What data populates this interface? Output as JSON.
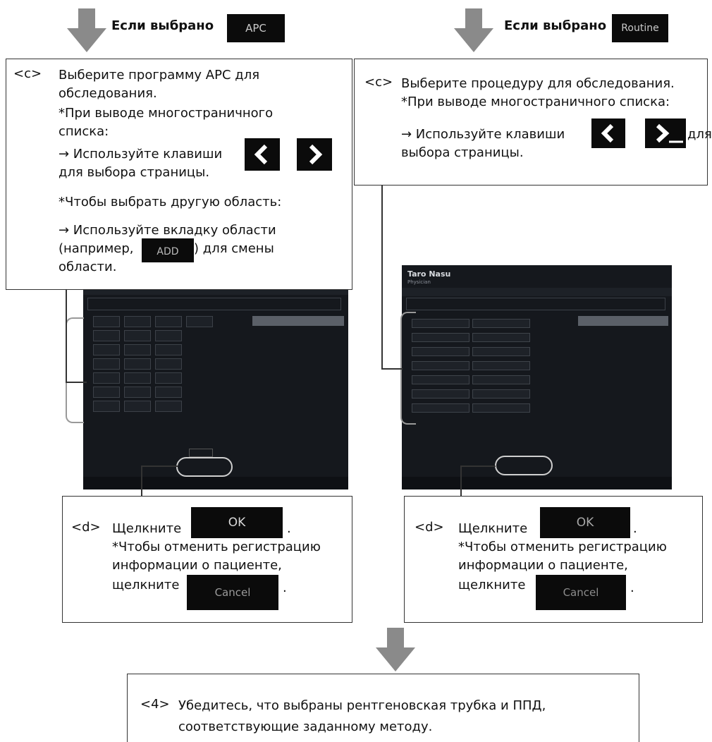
{
  "left": {
    "arrow_text": "Если выбрано",
    "mode_button": "APC",
    "step_c": {
      "tag": "<c>",
      "line1": "Выберите программу APC для",
      "line2": "обследования.",
      "line3": "*При выводе многостраничного",
      "line4": "списка:",
      "line5": "→ Используйте клавиши",
      "line6": "для выбора страницы.",
      "line7": "*Чтобы выбрать другую область:",
      "line8": "→ Используйте вкладку области",
      "line9a": "(например,",
      "tab_example": "ADD",
      "line9b": ") для смены",
      "line10": "области."
    },
    "step_d": {
      "tag": "<d>",
      "click": "Щелкните",
      "ok_button": "OK",
      "period": ".",
      "line2": "*Чтобы отменить регистрацию",
      "line3": "информации о пациенте,",
      "line4": "щелкните",
      "cancel_button": "Cancel",
      "period2": "."
    }
  },
  "right": {
    "arrow_text": "Если выбрано",
    "mode_button": "Routine",
    "step_c": {
      "tag": "<c>",
      "line1": "Выберите процедуру для обследования.",
      "line2": "*При выводе многостраничного списка:",
      "line3a": "→ Используйте клавиши",
      "line3b": "для",
      "line4": "выбора страницы."
    },
    "step_d": {
      "tag": "<d>",
      "click": "Щелкните",
      "ok_button": "OK",
      "period": ".",
      "line2": "*Чтобы отменить регистрацию",
      "line3": "информации о пациенте,",
      "line4": "щелкните",
      "cancel_button": "Cancel",
      "period2": "."
    },
    "screenshot": {
      "patient_name": "Taro Nasu",
      "role": "Physician"
    }
  },
  "bottom": {
    "tag": "<4>",
    "line1": "Убедитесь, что выбраны рентгеновская трубка и ППД,",
    "line2": "соответствующие заданному методу."
  },
  "colors": {
    "arrow_gray": "#8a8a8a",
    "screen_bg": "#15181d",
    "button_bg": "#0b0b0b",
    "watermark": "#c83c28"
  },
  "icons": {
    "prev_page": "chevron-left-icon",
    "next_page": "chevron-right-icon",
    "down_arrow": "arrow-down-icon"
  }
}
